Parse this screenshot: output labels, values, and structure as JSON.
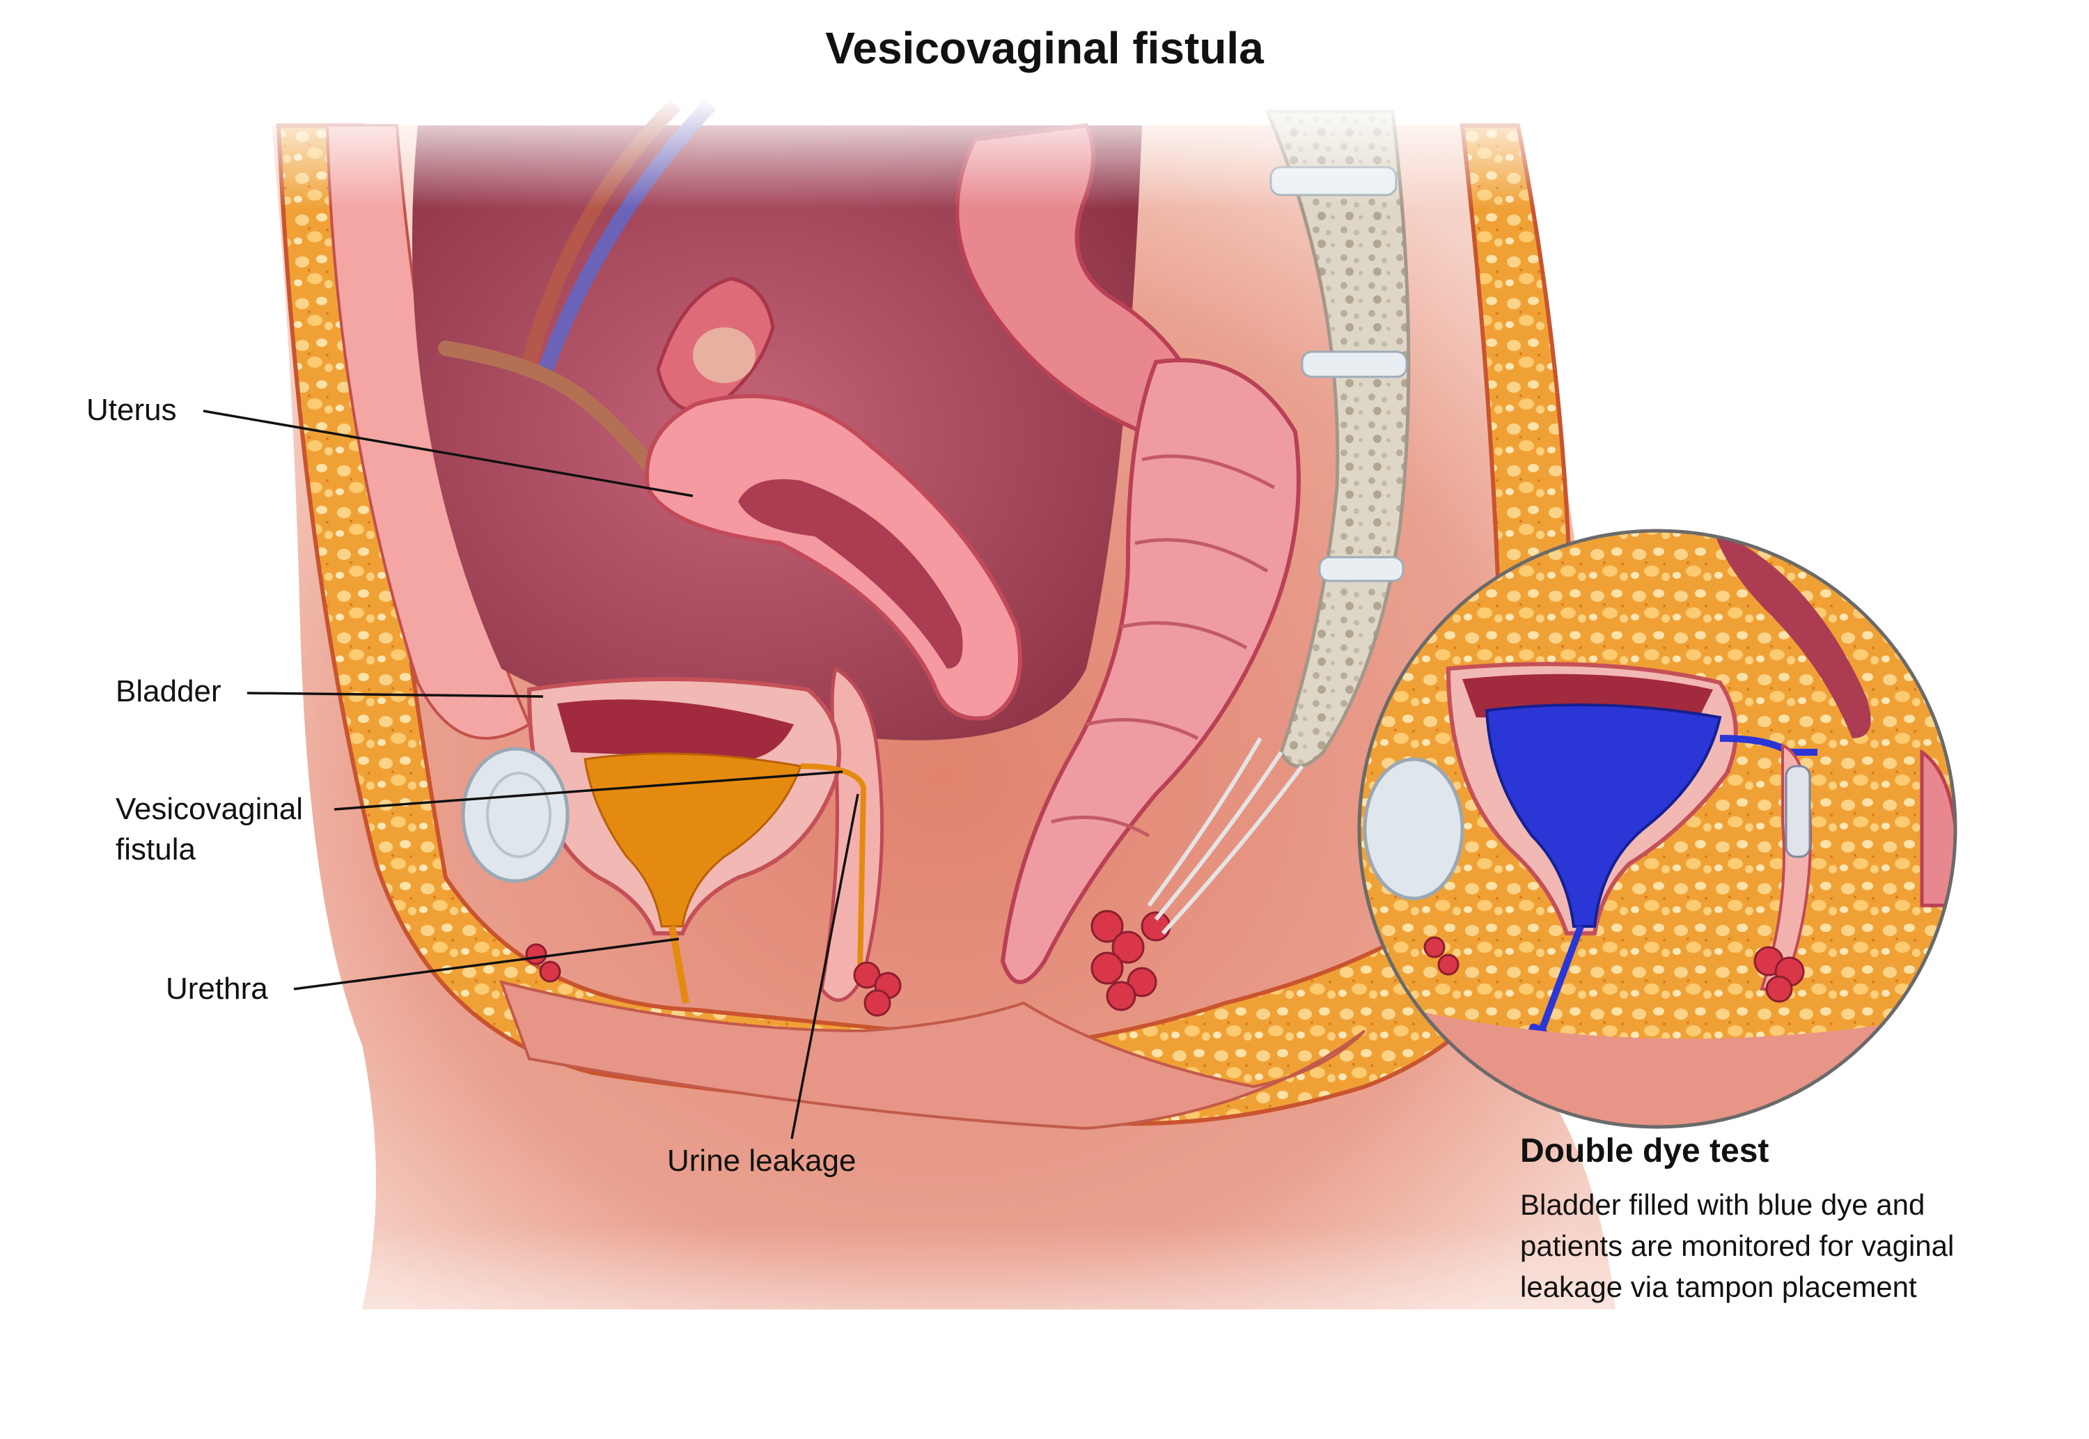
{
  "title": "Vesicovaginal fistula",
  "labels": {
    "uterus": "Uterus",
    "bladder": "Bladder",
    "fistula_line1": "Vesicovaginal",
    "fistula_line2": "fistula",
    "urethra": "Urethra",
    "urine_leakage": "Urine leakage"
  },
  "inset": {
    "heading": "Double dye test",
    "description_lines": [
      "Bladder filled with blue dye and",
      "patients are monitored for vaginal",
      "leakage via tampon placement"
    ]
  },
  "colors": {
    "skin": "#e8a08e",
    "fat": "#f2a640",
    "tissue_pink": "#f2b3b0",
    "uterus": "#f49a9f",
    "cavity": "#a8485a",
    "colon": "#e88a8f",
    "bone": "#ddd6c8",
    "urine": "#e58a10",
    "blue_dye": "#2a36d6",
    "leader_line": "#111111"
  }
}
